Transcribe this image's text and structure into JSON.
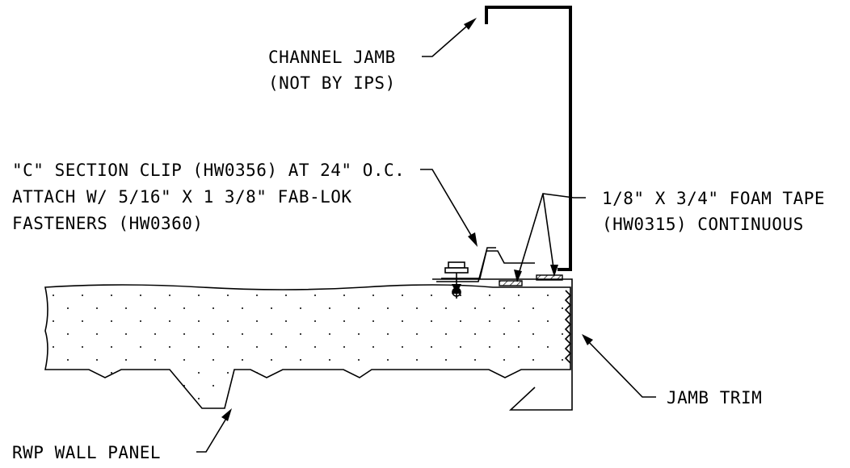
{
  "labels": {
    "channel_jamb": [
      "CHANNEL JAMB",
      "(NOT BY IPS)"
    ],
    "c_section_clip": [
      "\"C\" SECTION CLIP (HW0356) AT 24\" O.C.",
      "ATTACH W/ 5/16\" X 1 3/8\" FAB-LOK",
      "FASTENERS (HW0360)"
    ],
    "foam_tape": [
      "1/8\" X 3/4\" FOAM TAPE",
      "(HW0315) CONTINUOUS"
    ],
    "jamb_trim": [
      "JAMB TRIM"
    ],
    "wall_panel": [
      "RWP WALL PANEL"
    ]
  }
}
